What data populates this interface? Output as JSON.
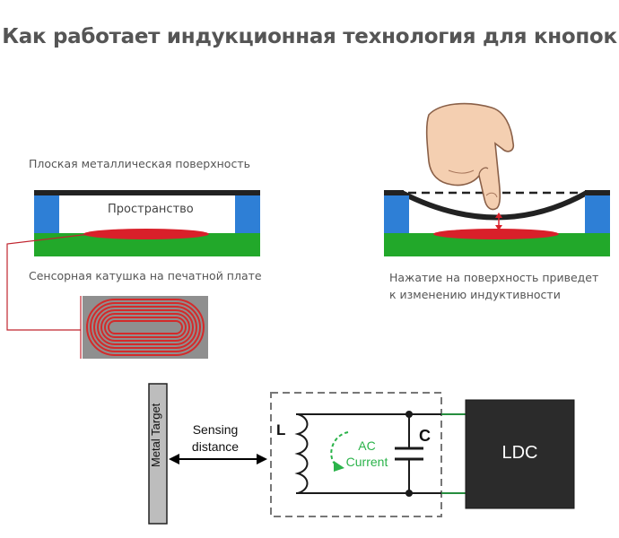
{
  "title": "Как работает индукционная технология для кнопок",
  "left_diagram": {
    "top_label": "Плоская металлическая поверхность",
    "space_label": "Пространство",
    "coil_label": "Сенсорная катушка на печатной плате"
  },
  "right_diagram": {
    "press_label_line1": "Нажатие на поверхность приведет",
    "press_label_line2": "к изменению индуктивности"
  },
  "circuit": {
    "target_label": "Metal Target",
    "distance_label_line1": "Sensing",
    "distance_label_line2": "distance",
    "inductor_label": "L",
    "capacitor_label": "C",
    "current_label_line1": "AC",
    "current_label_line2": "Current",
    "chip_label": "LDC"
  },
  "colors": {
    "blue": "#2e7fd6",
    "green": "#22a82a",
    "red": "#d9202a",
    "dark": "#2b2b2b",
    "current_green": "#2bb34a"
  }
}
